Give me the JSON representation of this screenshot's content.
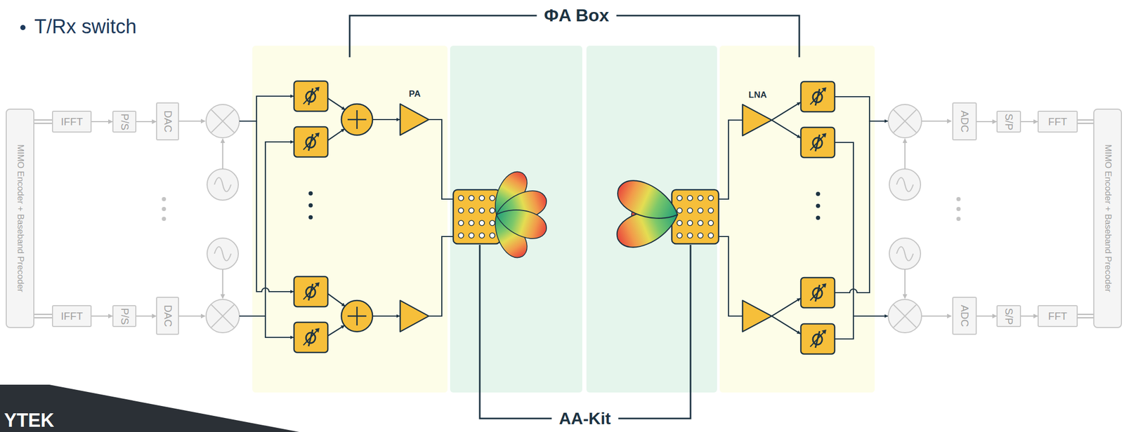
{
  "diagram": {
    "nodes": [
      {
        "text": [
          "MIMO Encoder + Baseband Precoder"
        ]
      },
      {
        "text": [
          "IFFT"
        ]
      },
      {
        "text": [
          "P/S"
        ]
      },
      {
        "text": [
          "DAC"
        ]
      },
      {
        "text": [
          "IFFT"
        ]
      },
      {
        "text": [
          "P/S"
        ]
      },
      {
        "text": [
          "DAC"
        ]
      },
      {
        "text": [
          "ADC"
        ]
      },
      {
        "text": [
          "S/P"
        ]
      },
      {
        "text": [
          "FFT"
        ]
      },
      {
        "text": [
          "ADC"
        ]
      },
      {
        "text": [
          "S/P"
        ]
      },
      {
        "text": [
          "FFT"
        ]
      },
      {
        "text": [
          "MIMO Encoder + Baseband Precoder"
        ]
      }
    ],
    "edges": [
      {
        "from": 0,
        "to": 1,
        "arrow": "none"
      },
      {
        "from": 1,
        "to": 2,
        "arrow": "to"
      },
      {
        "from": 2,
        "to": 3,
        "arrow": "to"
      },
      {
        "from": 0,
        "to": 4,
        "arrow": "none"
      },
      {
        "from": 4,
        "to": 5,
        "arrow": "to"
      },
      {
        "from": 5,
        "to": 6,
        "arrow": "to"
      },
      {
        "from": 7,
        "to": 8,
        "arrow": "to"
      },
      {
        "from": 8,
        "to": 9,
        "arrow": "to"
      },
      {
        "from": 9,
        "to": 13,
        "arrow": "none"
      },
      {
        "from": 10,
        "to": 11,
        "arrow": "to"
      },
      {
        "from": 11,
        "to": 12,
        "arrow": "to"
      },
      {
        "from": 12,
        "to": 13,
        "arrow": "none"
      }
    ],
    "labels": [
      "T/Rx switch",
      "ΦA Box",
      "PA",
      "LNA",
      "AA-Kit",
      "YTEK"
    ]
  }
}
